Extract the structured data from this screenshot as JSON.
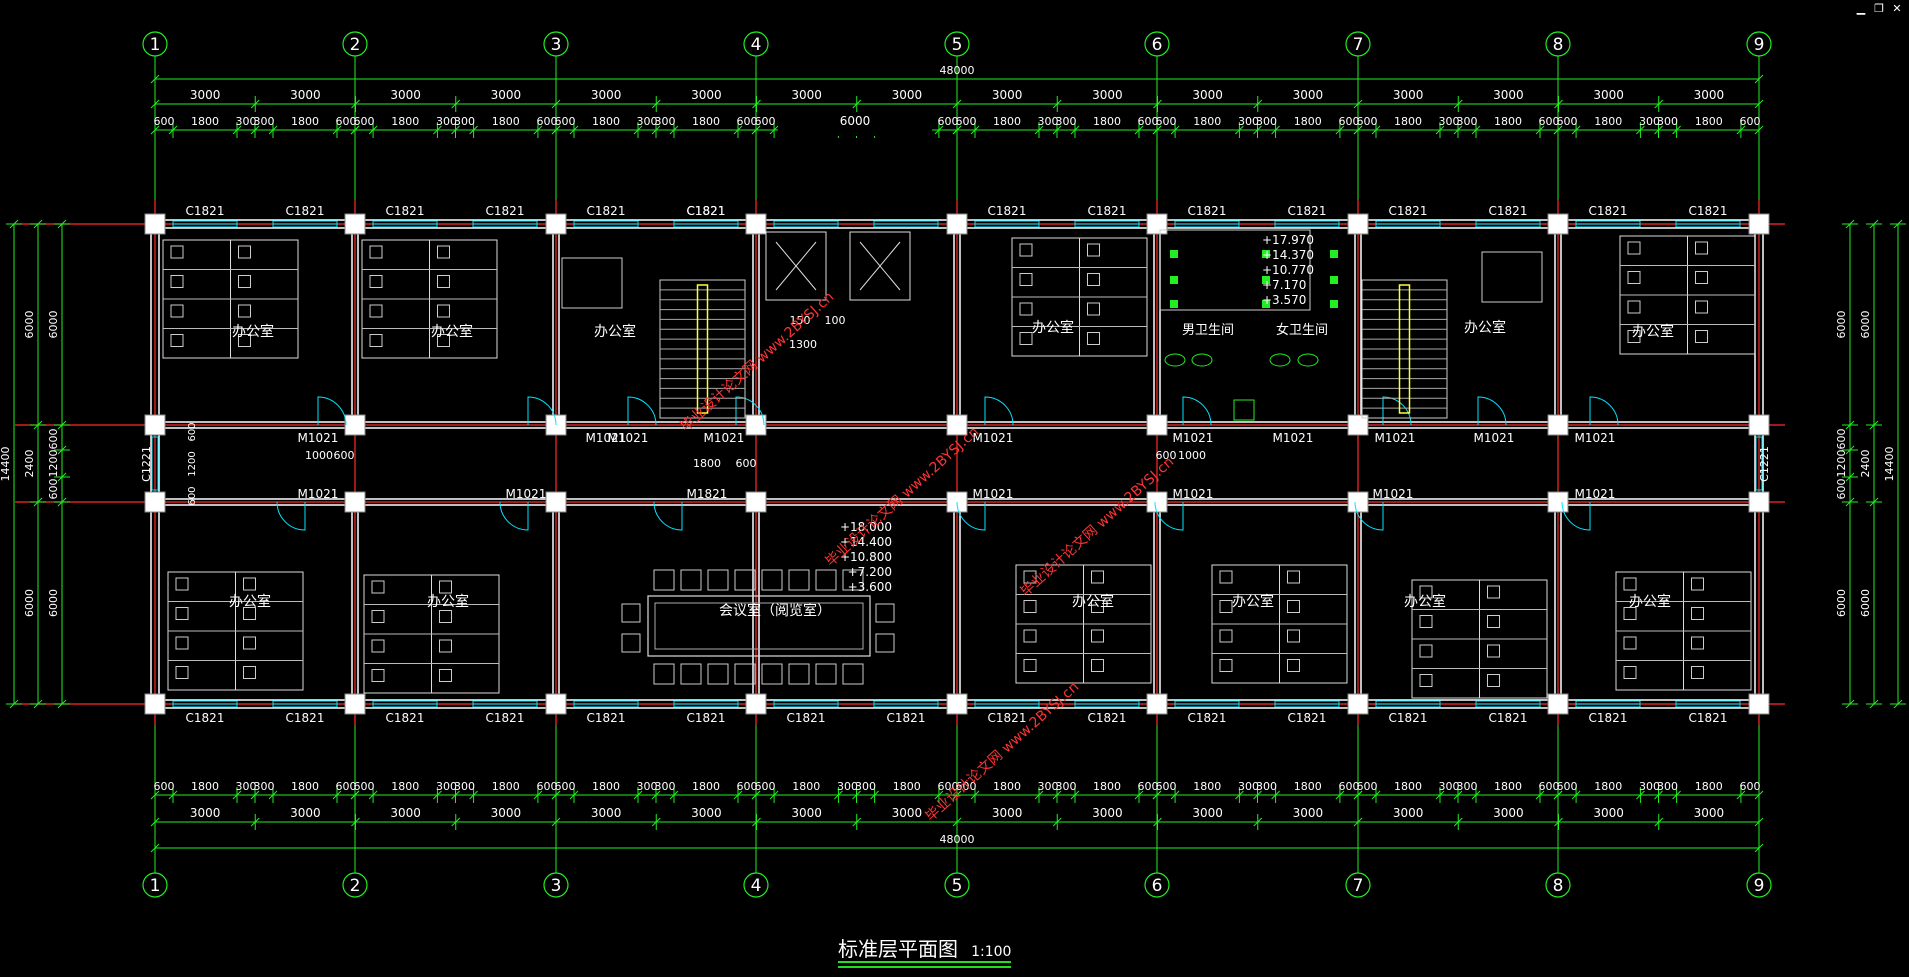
{
  "window_controls": {
    "minimize": "▁",
    "restore": "❐",
    "close": "✕"
  },
  "axes": [
    "1",
    "2",
    "3",
    "4",
    "5",
    "6",
    "7",
    "8",
    "9"
  ],
  "dimensions": {
    "total": "48000",
    "bay": "3000",
    "wide_bay": "6000",
    "seg_600": "600",
    "seg_1800": "1800",
    "seg_300": "300",
    "side_6000": "6000",
    "side_600": "600",
    "side_1200": "1200",
    "side_2400": "2400",
    "side_14400": "14400",
    "d_1000": "1000",
    "d_1300": "1300",
    "d_100": "100",
    "d_150": "150"
  },
  "window_tags": {
    "c1821": "C1821",
    "c1221": "C1221"
  },
  "door_tags": {
    "m1021": "M1021",
    "m1821": "M1821"
  },
  "rooms": {
    "office": "办公室",
    "conference": "会议室（阅览室）",
    "mens_toilet": "男卫生间",
    "womens_toilet": "女卫生间"
  },
  "levels_stair": [
    "+18.000",
    "+14.400",
    "+10.800",
    "+7.200",
    "+3.600"
  ],
  "levels_toilet": [
    "+17.970",
    "+14.370",
    "+10.770",
    "+7.170",
    "+3.570"
  ],
  "watermark": "毕业设计论文网  www.2BYSJ.cn",
  "title": {
    "text": "标准层平面图",
    "scale": "1:100"
  },
  "colors": {
    "background": "#000000",
    "grid": "#ff2a2a",
    "dim": "#22ee22",
    "wall": "#ffffff",
    "window": "#00e5ff",
    "text": "#ffffff",
    "watermark": "#ff3333",
    "rail": "#ffff33"
  }
}
